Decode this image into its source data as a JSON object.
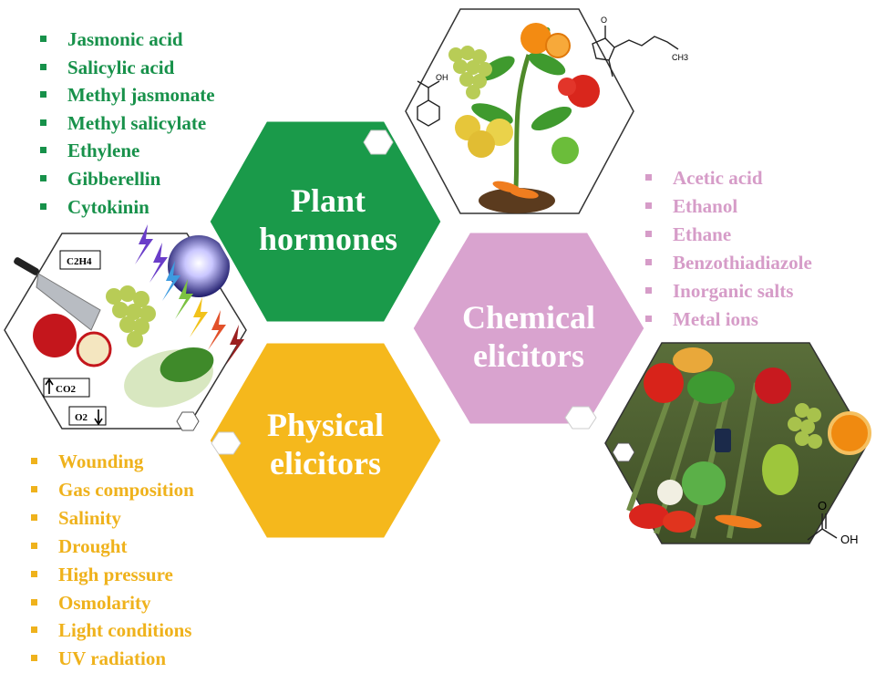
{
  "hexagons": {
    "plant_hormones": {
      "line1": "Plant",
      "line2": "hormones",
      "color": "#1a9a4a"
    },
    "chemical_elicitors": {
      "line1": "Chemical",
      "line2": "elicitors",
      "color": "#d9a3cf"
    },
    "physical_elicitors": {
      "line1": "Physical",
      "line2": "elicitors",
      "color": "#f5b81c"
    }
  },
  "lists": {
    "plant_hormones": [
      "Jasmonic acid",
      "Salicylic acid",
      "Methyl jasmonate",
      "Methyl salicylate",
      "Ethylene",
      "Gibberellin",
      "Cytokinin"
    ],
    "chemical_elicitors": [
      "Acetic acid",
      "Ethanol",
      "Ethane",
      "Benzothiadiazole",
      "Inorganic salts",
      "Metal ions"
    ],
    "physical_elicitors": [
      "Wounding",
      "Gas composition",
      "Salinity",
      "Drought",
      "High pressure",
      "Osmolarity",
      "Light conditions",
      "UV radiation"
    ]
  },
  "illustration_labels": {
    "ethylene_formula": "C2H4",
    "co2": "CO2",
    "o2": "O2",
    "acetic_acid_oh": "OH",
    "salicylic_oh": "OH",
    "jasmonate_o": "O",
    "jasmonate_ch3": "CH3"
  }
}
